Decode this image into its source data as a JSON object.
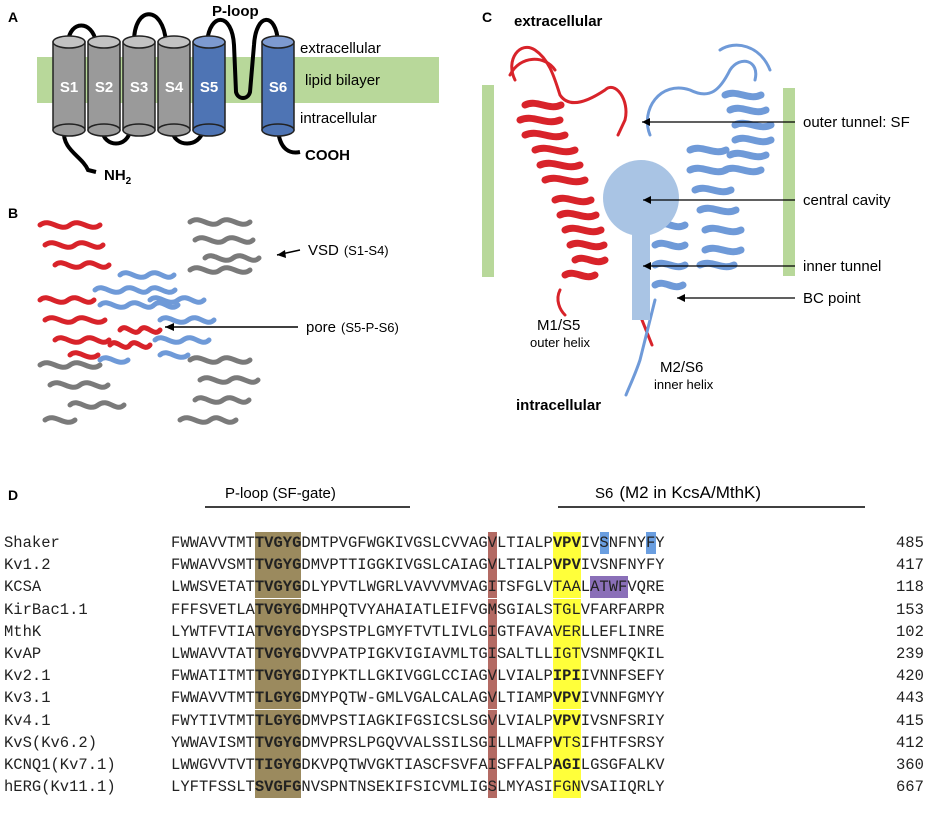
{
  "panelA": {
    "letter": "A",
    "segments": [
      "S1",
      "S2",
      "S3",
      "S4",
      "S5",
      "S6"
    ],
    "ploop": "P-loop",
    "extracellular": "extracellular",
    "lipid": "lipid bilayer",
    "intracellular": "intracellular",
    "nh2": "NH",
    "nh2sub": "2",
    "cooh": "COOH",
    "colors": {
      "gray": "#9a9a9a",
      "blue": "#4e74b4",
      "lipid": "#b8d89a"
    }
  },
  "panelB": {
    "letter": "B",
    "vsd": "VSD",
    "vsd_range": "(S1-S4)",
    "pore": "pore",
    "pore_range": "(S5-P-S6)"
  },
  "panelC": {
    "letter": "C",
    "extracellular": "extracellular",
    "intracellular": "intracellular",
    "outer_tunnel": "outer tunnel: SF",
    "central_cavity": "central cavity",
    "inner_tunnel": "inner tunnel",
    "bc_point": "BC point",
    "m1": "M1/S5",
    "m1_sub": "outer helix",
    "m2": "M2/S6",
    "m2_sub": "inner helix",
    "colors": {
      "red": "#d8232a",
      "blue": "#6f9ad8",
      "cavity": "#a9c4e4",
      "membrane": "#b8d89a"
    }
  },
  "panelD": {
    "letter": "D",
    "ploop_header": "P-loop (SF-gate)",
    "s6_header": "S6",
    "s6_sub": "(M2 in KcsA/MthK)",
    "colors": {
      "sf": "#9b8a5e",
      "gly": "#b36a63",
      "yellow": "#ffff3a",
      "blue": "#6a9ee0",
      "purple": "#8a6fb8"
    },
    "rows": [
      {
        "name": "Shaker",
        "seq": "FWWAVVTMTTVGYGDMTPVGFWGKIVGSLCVVAGVLTIALPVPVIVSNFNYFY",
        "num": "485"
      },
      {
        "name": "Kv1.2",
        "seq": "FWWAVVSMTTVGYGDMVPTTIGGKIVGSLCAIAGVLTIALPVPVIVSNFNYFY",
        "num": "417"
      },
      {
        "name": "KCSA",
        "seq": "LWWSVETATTVGYGDLYPVTLWGRLVAVVVMVAGITSFGLVTAALATWFVQRE",
        "num": "118"
      },
      {
        "name": "KirBac1.1",
        "seq": "FFFSVETLATVGYGDMHPQTVYAHAIATLEIFVGMSGIALSTGLVFARFARPR",
        "num": "153"
      },
      {
        "name": "MthK",
        "seq": "LYWTFVTIATVGYGDYSPSTPLGMYFTVTLIVLGIGTFAVAVERLLEFLINRE",
        "num": "102"
      },
      {
        "name": "KvAP",
        "seq": "LWWAVVTATTVGYGDVVPATPIGKVIGIAVMLTGISALTLLIGTVSNMFQKIL",
        "num": "239"
      },
      {
        "name": "Kv2.1",
        "seq": "FWWATITMTTVGYGDIYPKTLLGKIVGGLCCIAGVLVIALPIPIIVNNFSEFY",
        "num": "420"
      },
      {
        "name": "Kv3.1",
        "seq": "FWWAVVTMTTLGYGDMYPQTW-GMLVGALCALAGVLTIAMPVPVIVNNFGMYY",
        "num": "443"
      },
      {
        "name": "Kv4.1",
        "seq": "FWYTIVTMTTLGYGDMVPSTIAGKIFGSICSLSGVLVIALPVPVIVSNFSRIY",
        "num": "415"
      },
      {
        "name": "KvS(Kv6.2)",
        "seq": "YWWAVISMTTVGYGDMVPRSLPGQVVALSSILSGILLMAFPVTSIFHTFSRSY",
        "num": "412"
      },
      {
        "name": "KCNQ1(Kv7.1)",
        "seq": "LWWGVVTVTTIGYGDKVPQTWVGKTIASCFSVFAISFFALPAGILGSGFALKV",
        "num": "360"
      },
      {
        "name": "hERG(Kv11.1)",
        "seq": "LYFTFSSLTSVGFGNVSPNTNSEKIFSICVMLIGSLMYASIFGNVSAIIQRLY",
        "num": "667"
      }
    ]
  }
}
